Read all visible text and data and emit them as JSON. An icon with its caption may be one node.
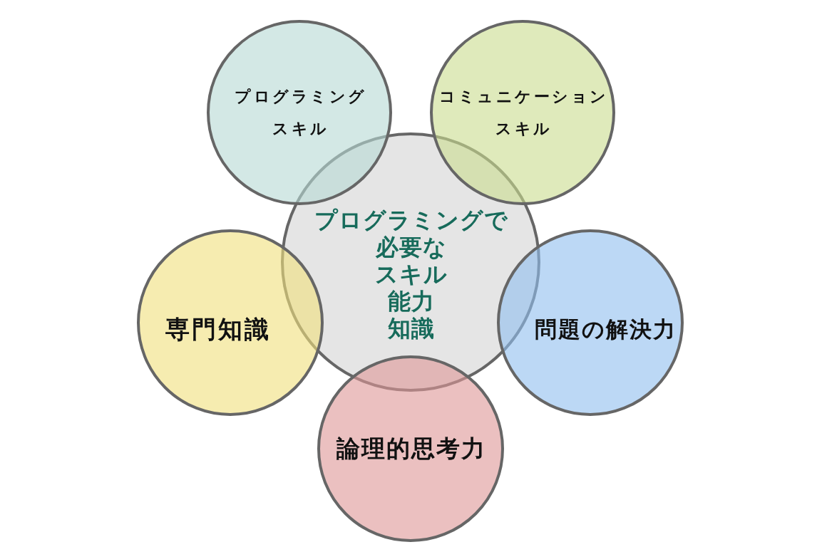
{
  "diagram": {
    "nodes": [
      {
        "text": [
          "プログラミングで必要な",
          "スキル",
          "能力",
          "知識"
        ]
      },
      {
        "text": [
          "プログラミングスキル"
        ]
      },
      {
        "text": [
          "コミュニケーションスキル"
        ]
      },
      {
        "text": [
          "専門知識"
        ]
      },
      {
        "text": [
          "問題の解決力"
        ]
      },
      {
        "text": [
          "論理的思考力"
        ]
      }
    ]
  }
}
